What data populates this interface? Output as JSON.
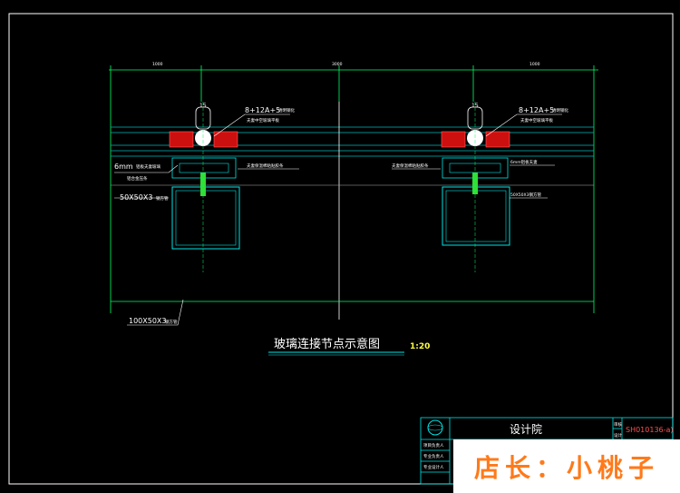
{
  "title": "玻璃连接节点示意图",
  "scale": "1:20",
  "labels": {
    "glass_spec_left": "8+12A+5",
    "glass_spec_right": "8+12A+5",
    "glass_note": "透明钢化",
    "glass_sub": "夫妻中空玻璃平板",
    "dim_15_left": "15",
    "dim_15_right": "15",
    "plate_6mm": "6mm",
    "plate_6mm_note": "铝板夫妻玻璃",
    "plate_6mm_note2": "铝合金压条",
    "right_6mm": "6mm铝板夫妻",
    "tube_50_left": "50X50X3",
    "tube_50_left_note": "钢方管",
    "tube_50_right": "50X50X3钢方管",
    "base_tube": "100X50X3",
    "base_tube_note": "钢方管",
    "mid_note_left": "夫妻保温棉粘贴胶条",
    "mid_note_right": "夫妻保温棉粘贴胶条",
    "dim_top_left": "1000",
    "dim_top_mid": "3000",
    "dim_top_right": "1000"
  },
  "title_block": {
    "company": "设计院",
    "code": "SH010136-a)",
    "col_a": "审核",
    "col_b": "设计",
    "rows": [
      "项目负责人",
      "专业负责人",
      "专业设计人"
    ]
  },
  "watermark": "店长：小桃子",
  "colors": {
    "frame": "#ffffff",
    "dimension": "#00ff66",
    "glass": "#00b8b8",
    "structure": "#00e5e5",
    "gasket": "#cc1010",
    "bolt": "#33dd33",
    "scale_text": "#ffff40",
    "watermark": "#ff7a1a"
  }
}
